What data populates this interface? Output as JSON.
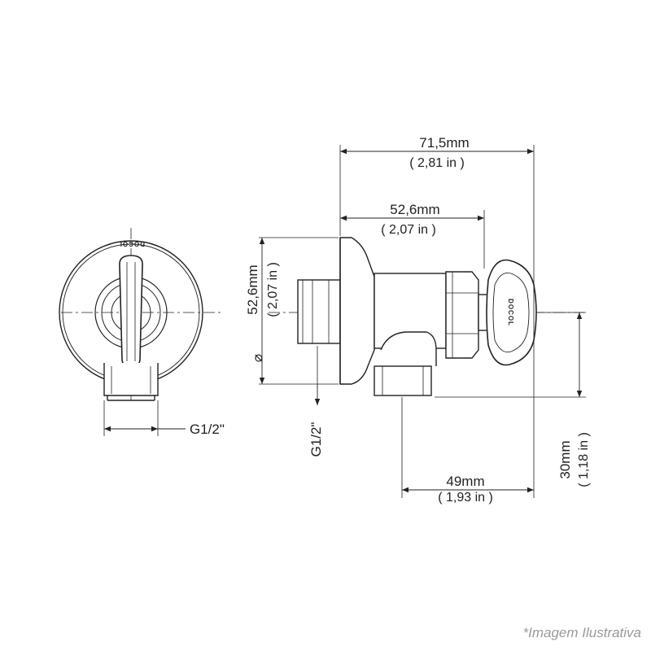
{
  "dimensions": {
    "overall_length": {
      "primary": "71,5mm",
      "secondary": "( 2,81 in )"
    },
    "body_length": {
      "primary": "52,6mm",
      "secondary": "( 2,07 in )"
    },
    "flange_diameter": {
      "symbol": "⌀",
      "primary": "52,6mm",
      "secondary": "( 2,07 in )"
    },
    "outlet_offset": {
      "primary": "49mm",
      "secondary": "( 1,93 in )"
    },
    "outlet_height": {
      "primary": "30mm",
      "secondary": "( 1,18 in )"
    },
    "front_thread": "G1/2\"",
    "side_thread": "G1/2\""
  },
  "brand_mark": "DOCOL",
  "footnote": "*Imagem Ilustrativa"
}
